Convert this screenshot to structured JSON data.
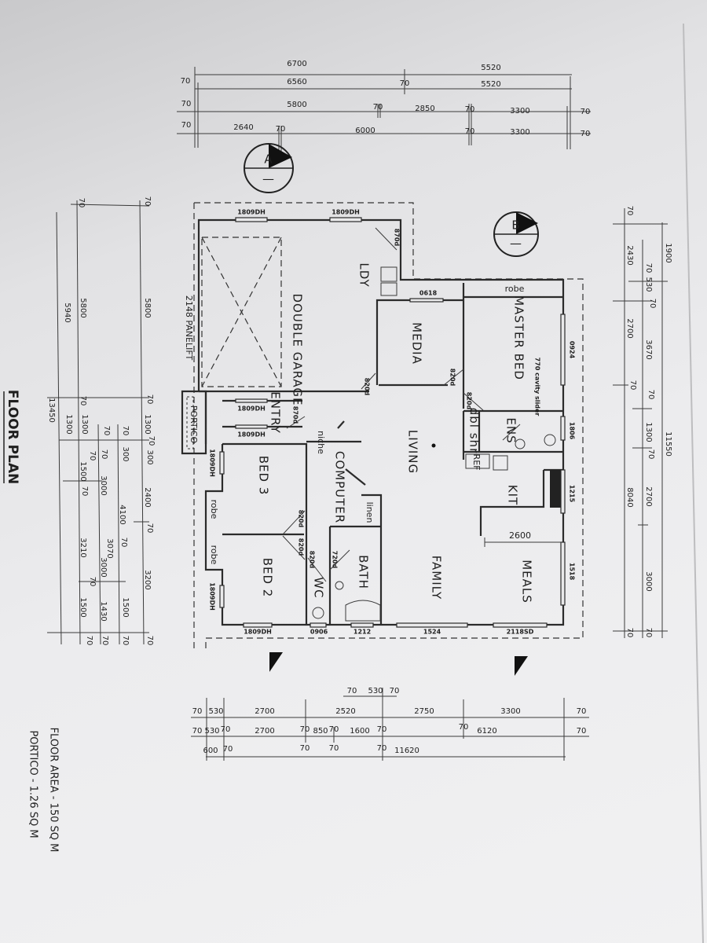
{
  "title": "FLOOR PLAN",
  "area": {
    "floor": "FLOOR AREA - 150 SQ M",
    "portico": "PORTICO - 1.26 SQ M"
  },
  "sections": {
    "a": "A",
    "b": "B",
    "dash": "—"
  },
  "rooms": {
    "garage": "DOUBLE GARAGE",
    "laundry": "LDY",
    "media": "MEDIA",
    "master": "MASTER BED",
    "living": "LIVING",
    "shower": "dbl shr",
    "ensuite": "ENS",
    "kitchen": "KIT",
    "computer": "COMPUTER",
    "bed3": "BED 3",
    "bed2": "BED 2",
    "bath": "BATH",
    "wc": "WC",
    "family": "FAMILY",
    "meals": "MEALS",
    "robe_master": "robe",
    "robe_bed3": "robe",
    "robe_bed2": "robe",
    "linen": "linen",
    "niche": "niche",
    "entry": "ENTRY",
    "portico": "PORTICO",
    "panelift": "2148 PANELIFT",
    "cavity": "770 cavity slider",
    "fridge": "REF",
    "meals_dim": "2600"
  },
  "openings": {
    "windows": [
      "1809DH",
      "1809DH",
      "0618",
      "1809DH",
      "1809DH",
      "1809DH",
      "1809DH",
      "1809DH",
      "0906",
      "1212",
      "1524",
      "2118SD",
      "0924",
      "1806",
      "1215",
      "1518"
    ],
    "doors": [
      "870d",
      "820d",
      "820d",
      "820d",
      "870d",
      "820d",
      "820d",
      "820d",
      "720d"
    ]
  },
  "dimensions": {
    "top": [
      [
        "6700",
        "5520"
      ],
      [
        "70",
        "6560",
        "70",
        "5520"
      ],
      [
        "70",
        "5800",
        "70",
        "2850",
        "70",
        "3300",
        "70"
      ],
      [
        "70",
        "2640",
        "70",
        "6000",
        "70",
        "3300",
        "70"
      ]
    ],
    "bottom": [
      [
        "70",
        "530",
        "70"
      ],
      [
        "70",
        "530",
        "2700",
        "2520",
        "2750",
        "3300",
        "70"
      ],
      [
        "70",
        "530",
        "70",
        "2700",
        "70",
        "850",
        "70",
        "1600",
        "70",
        "70",
        "6120",
        "70"
      ],
      [
        "600",
        "70",
        "70",
        "70",
        "70",
        "11620"
      ]
    ],
    "right": [
      [
        "1900",
        "11550"
      ],
      [
        "70",
        "530",
        "70",
        "3670",
        "70",
        "1300",
        "70",
        "2700",
        "3000",
        "70"
      ],
      [
        "70",
        "2430",
        "2700",
        "70",
        "8040",
        "70"
      ]
    ],
    "left": [
      [
        "70",
        "5800",
        "70",
        "1300",
        "70",
        "300",
        "2400",
        "70",
        "3200",
        "70"
      ],
      [
        "70",
        "300",
        "4100",
        "70",
        "1500",
        "70"
      ],
      [
        "70",
        "70",
        "3000",
        "3070",
        "3000",
        "1430",
        "70"
      ],
      [
        "70",
        "5800",
        "70",
        "1300",
        "70",
        "1500",
        "70",
        "3210",
        "70",
        "1500",
        "70"
      ],
      [
        "5940",
        "1300",
        "13450"
      ]
    ]
  }
}
